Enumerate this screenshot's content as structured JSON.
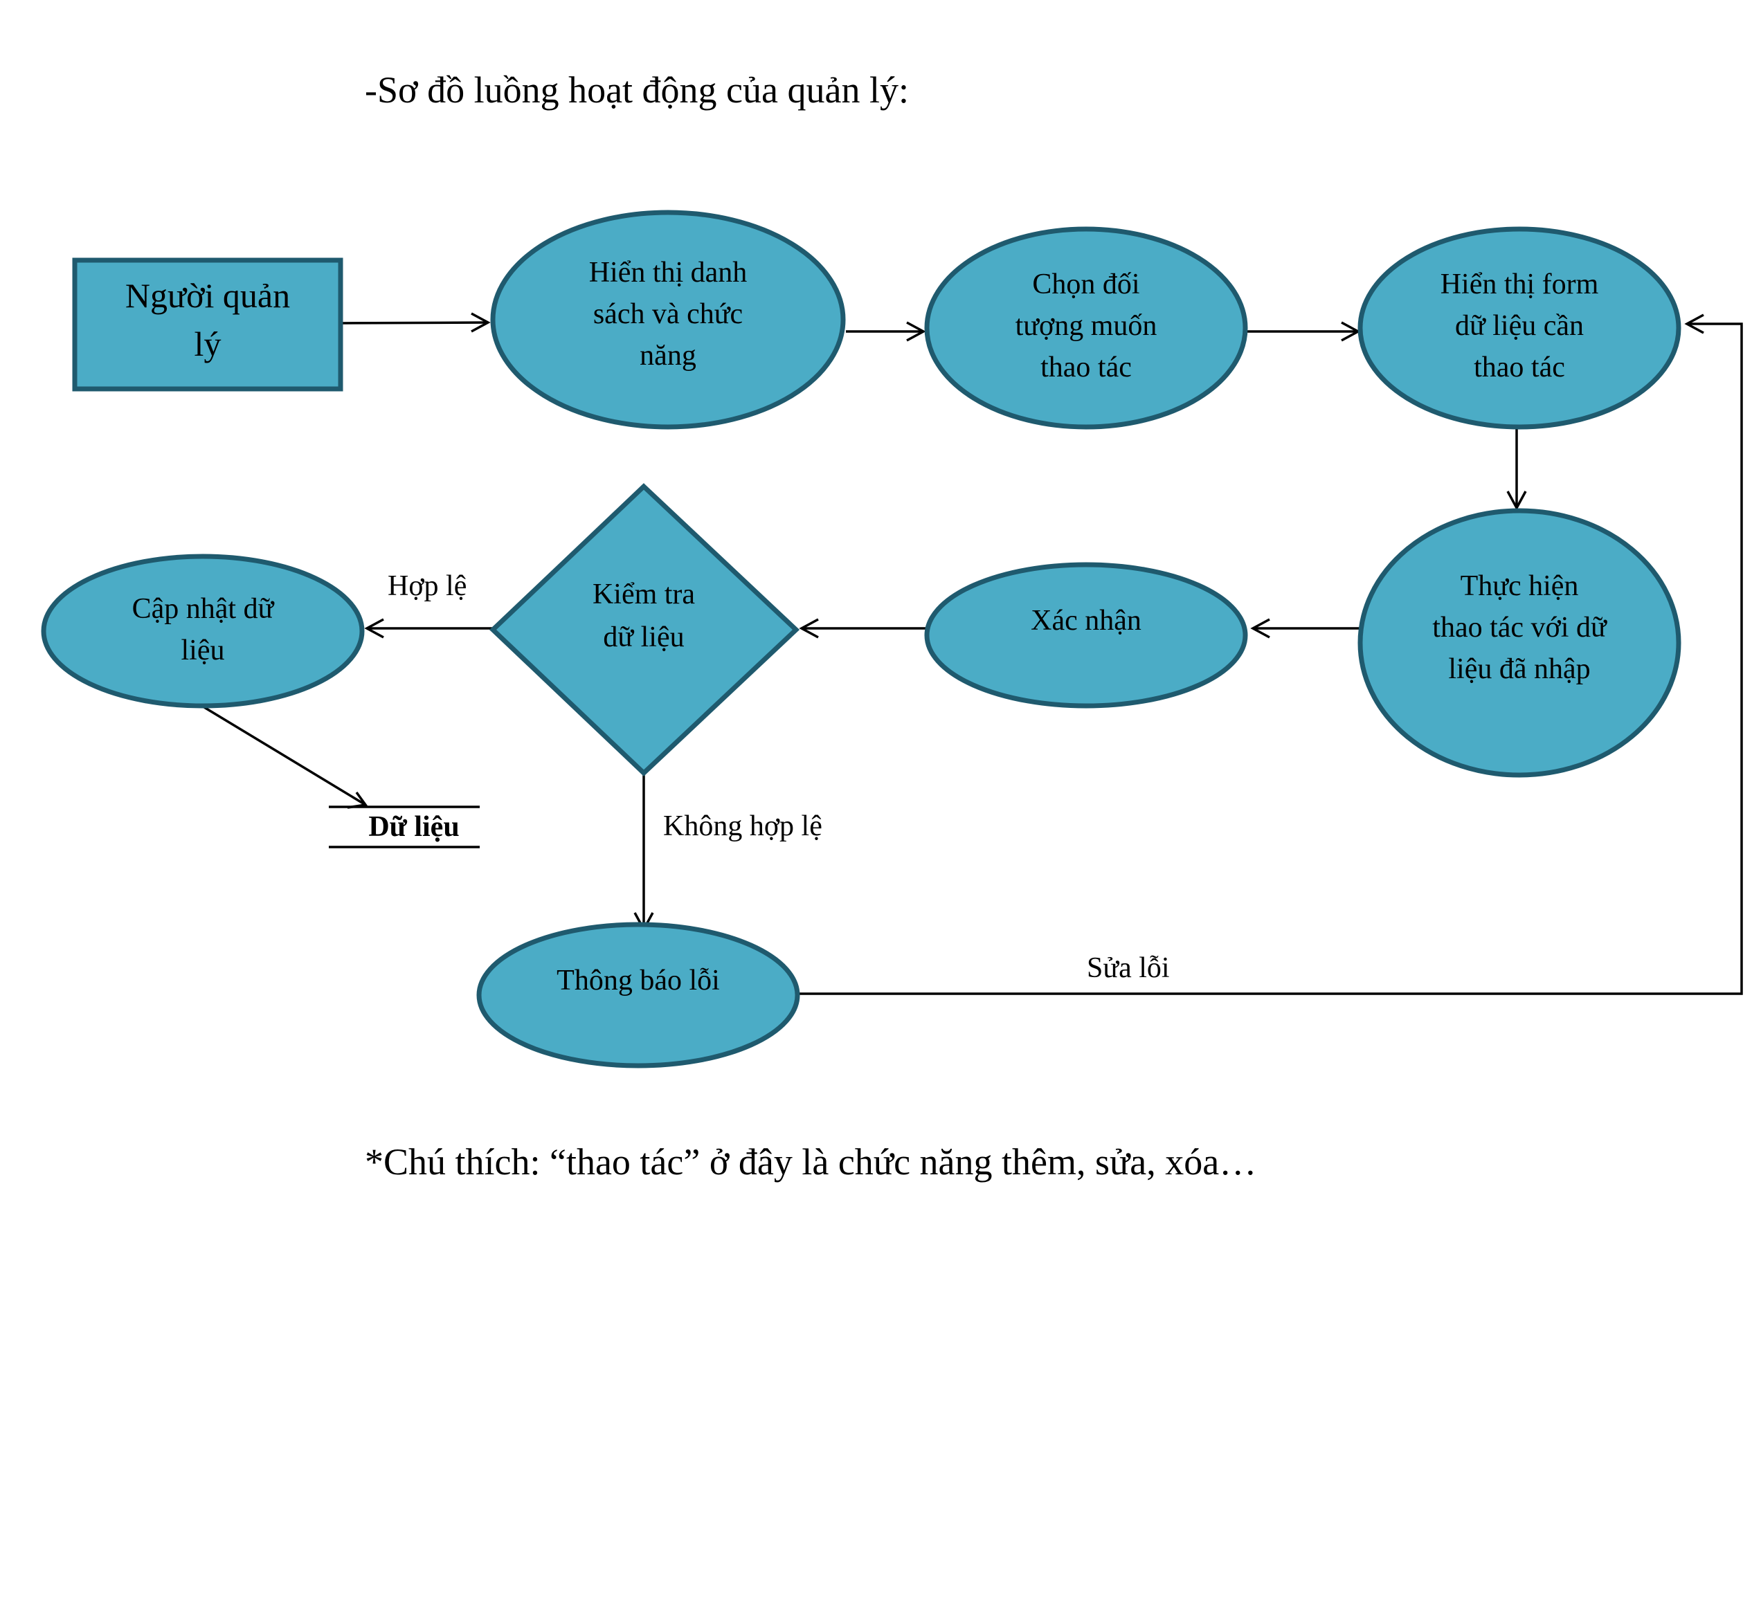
{
  "heading": "-Sơ đồ luồng hoạt động của quản lý:",
  "footnote": "*Chú thích:  “thao tác” ở đây là chức năng thêm, sửa, xóa…",
  "colors": {
    "node_fill": "#4bacc6",
    "node_stroke": "#1f5a6e",
    "line": "#000000"
  },
  "nodes": {
    "actor": [
      "Người quản",
      "lý"
    ],
    "show_list": [
      "Hiển thị danh",
      "sách  và chức",
      "năng"
    ],
    "choose_object": [
      "Chọn đối",
      "tượng muốn",
      "thao tác"
    ],
    "show_form": [
      "Hiển thị form",
      "dữ liệu cần",
      "thao tác"
    ],
    "perform": [
      "Thực hiện",
      "thao tác với dữ",
      "liệu đã nhập"
    ],
    "confirm": [
      "Xác nhận"
    ],
    "check": [
      "Kiểm tra",
      "dữ liệu"
    ],
    "update": [
      "Cập nhật dữ",
      "liệu"
    ],
    "error": [
      "Thông báo lỗi"
    ]
  },
  "store": "Dữ liệu",
  "edge_labels": {
    "valid": "Hợp lệ",
    "invalid": "Không hợp lệ",
    "fix": "Sửa lỗi"
  }
}
